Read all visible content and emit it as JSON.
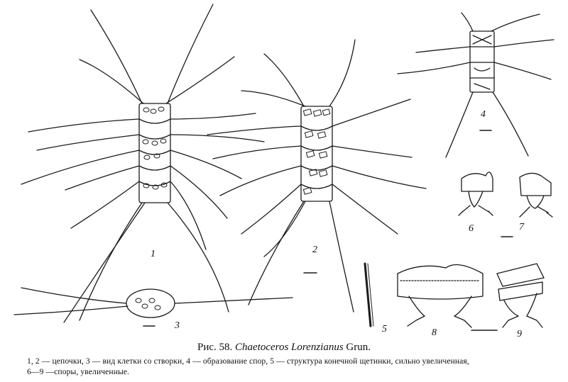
{
  "figure": {
    "panel_labels": [
      "1",
      "2",
      "3",
      "4",
      "5",
      "6",
      "7",
      "8",
      "9"
    ]
  },
  "caption": {
    "figure_label": "Рис. 58.",
    "species": "Chaetoceros Lorenzianus",
    "authority": "Grun.",
    "line1": "1, 2 — цепочки, 3 — вид клетки со створки, 4 — образование спор, 5 — структура конечной щетинки, сильно увеличенная,",
    "line2": "6—9 —споры, увеличенные."
  }
}
